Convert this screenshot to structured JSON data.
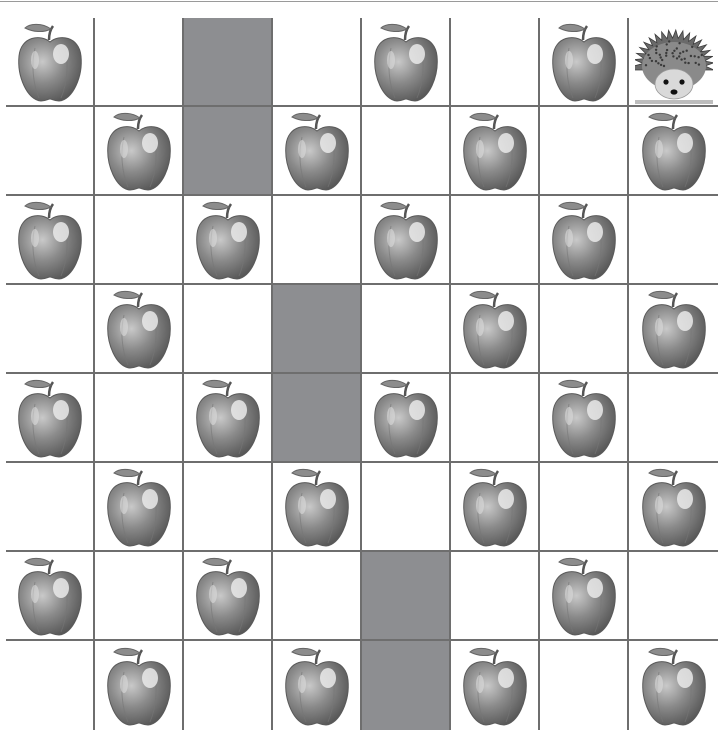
{
  "board": {
    "rows": 8,
    "cols": 8,
    "cells": [
      [
        "apple",
        "empty",
        "blocked",
        "empty",
        "apple",
        "empty",
        "apple",
        "hedgehog"
      ],
      [
        "empty",
        "apple",
        "blocked",
        "apple",
        "empty",
        "apple",
        "empty",
        "apple"
      ],
      [
        "apple",
        "empty",
        "apple",
        "empty",
        "apple",
        "empty",
        "apple",
        "empty"
      ],
      [
        "empty",
        "apple",
        "empty",
        "blocked",
        "empty",
        "apple",
        "empty",
        "apple"
      ],
      [
        "apple",
        "empty",
        "apple",
        "blocked",
        "apple",
        "empty",
        "apple",
        "empty"
      ],
      [
        "empty",
        "apple",
        "empty",
        "apple",
        "empty",
        "apple",
        "empty",
        "apple"
      ],
      [
        "apple",
        "empty",
        "apple",
        "empty",
        "blocked",
        "empty",
        "apple",
        "empty"
      ],
      [
        "empty",
        "apple",
        "empty",
        "apple",
        "blocked",
        "apple",
        "empty",
        "apple"
      ]
    ]
  },
  "icons": {
    "apple": "apple-icon",
    "hedgehog": "hedgehog-icon"
  },
  "colors": {
    "blocked": "#8d8e91",
    "grid_line": "#6e6e6e",
    "apple_body": "#8a8a8a"
  }
}
